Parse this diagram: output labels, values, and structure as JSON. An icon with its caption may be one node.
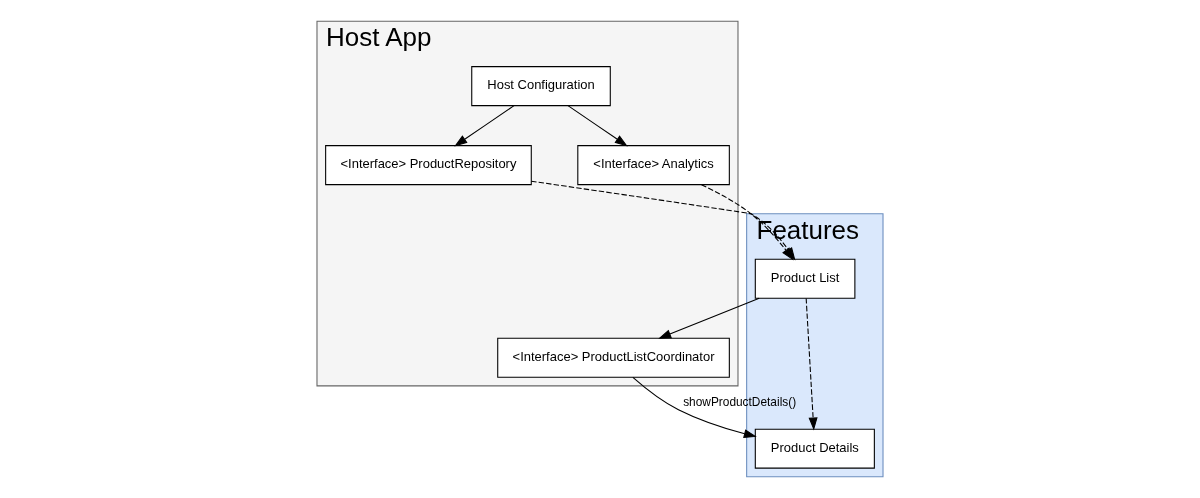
{
  "diagram": {
    "nodes": [
      {
        "text": [
          "Host App"
        ]
      },
      {
        "text": [
          "Host Configuration"
        ],
        "in": 0
      },
      {
        "text": [
          "<Interface> ProductRepository"
        ],
        "in": 0
      },
      {
        "text": [
          "<Interface> Analytics"
        ],
        "in": 0
      },
      {
        "text": [
          "<Interface> ProductListCoordinator"
        ],
        "in": 0
      },
      {
        "text": [
          "Features"
        ]
      },
      {
        "text": [
          "Product List"
        ],
        "in": 5
      },
      {
        "text": [
          "Product Details"
        ],
        "in": 5
      }
    ],
    "edges": [
      {
        "from": 1,
        "to": 2,
        "arrow": "to"
      },
      {
        "from": 1,
        "to": 3,
        "arrow": "to"
      },
      {
        "from": 2,
        "to": 6,
        "arrow": "to",
        "style": "dashed"
      },
      {
        "from": 3,
        "to": 6,
        "arrow": "to",
        "style": "dashed"
      },
      {
        "from": 6,
        "to": 4,
        "arrow": "to"
      },
      {
        "from": 4,
        "to": 7,
        "arrow": "to",
        "label": "showProductDetails()"
      },
      {
        "from": 6,
        "to": 7,
        "arrow": "to",
        "style": "dashed"
      }
    ]
  }
}
